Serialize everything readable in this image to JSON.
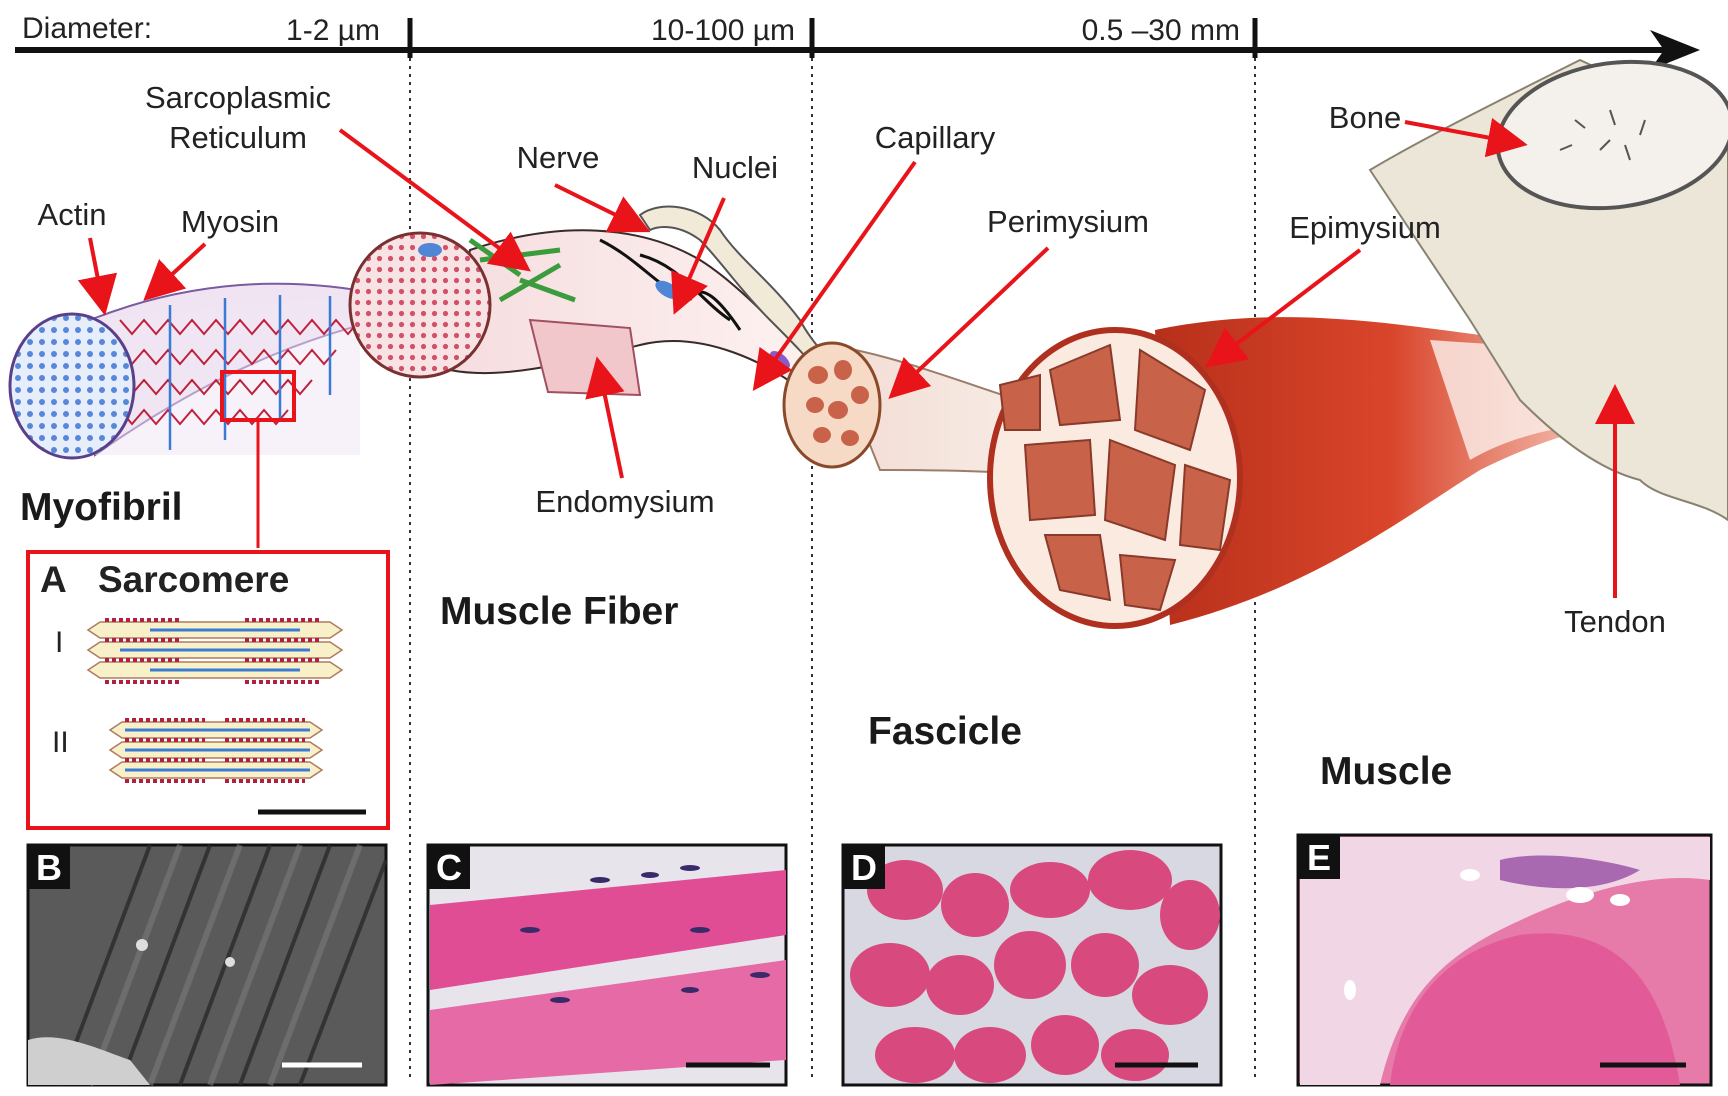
{
  "scale_bar": {
    "label": "Diameter:",
    "ranges": [
      "1-2 µm",
      "10-100 µm",
      "0.5 –30  mm"
    ]
  },
  "labels": {
    "sarcoplasmic_1": "Sarcoplasmic",
    "sarcoplasmic_2": "Reticulum",
    "nerve": "Nerve",
    "nuclei": "Nuclei",
    "capillary": "Capillary",
    "bone": "Bone",
    "actin": "Actin",
    "myosin": "Myosin",
    "perimysium": "Perimysium",
    "epimysium": "Epimysium",
    "endomysium": "Endomysium",
    "tendon": "Tendon"
  },
  "levels": {
    "myofibril": "Myofibril",
    "muscle_fiber": "Muscle Fiber",
    "fascicle": "Fascicle",
    "muscle": "Muscle"
  },
  "inset": {
    "letter": "A",
    "title": "Sarcomere",
    "state_1": "I",
    "state_2": "II"
  },
  "panels": [
    {
      "letter": "B"
    },
    {
      "letter": "C"
    },
    {
      "letter": "D"
    },
    {
      "letter": "E"
    }
  ],
  "colors": {
    "pointer": "#e8141a",
    "muscle_red": "#c8341f",
    "tissue_pink": "#e0508f",
    "myosin_red": "#c0203a",
    "actin_blue": "#3a7bd5"
  }
}
